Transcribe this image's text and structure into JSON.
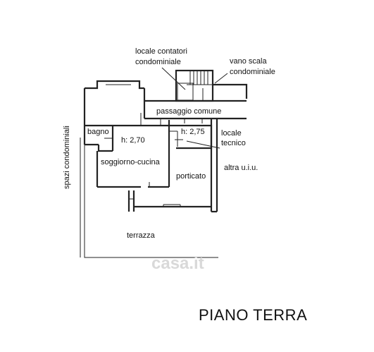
{
  "labels": {
    "locale_contatori_line1": "locale contatori",
    "locale_contatori_line2": "condominiale",
    "vano_scala_line1": "vano scala",
    "vano_scala_line2": "condominiale",
    "passaggio_comune": "passaggio comune",
    "bagno": "bagno",
    "height_1": "h: 2,70",
    "height_2": "h: 2,75",
    "locale_tecnico_line1": "locale",
    "locale_tecnico_line2": "tecnico",
    "soggiorno_cucina": "soggiorno-cucina",
    "altra_uiu": "altra u.i.u.",
    "porticato": "porticato",
    "terrazza": "terrazza",
    "spazi_condominiali": "spazi condominiali"
  },
  "title": "PIANO TERRA",
  "watermark": "casa.it",
  "colors": {
    "line": "#222222",
    "background": "#ffffff",
    "watermark": "#d9d9d9"
  }
}
